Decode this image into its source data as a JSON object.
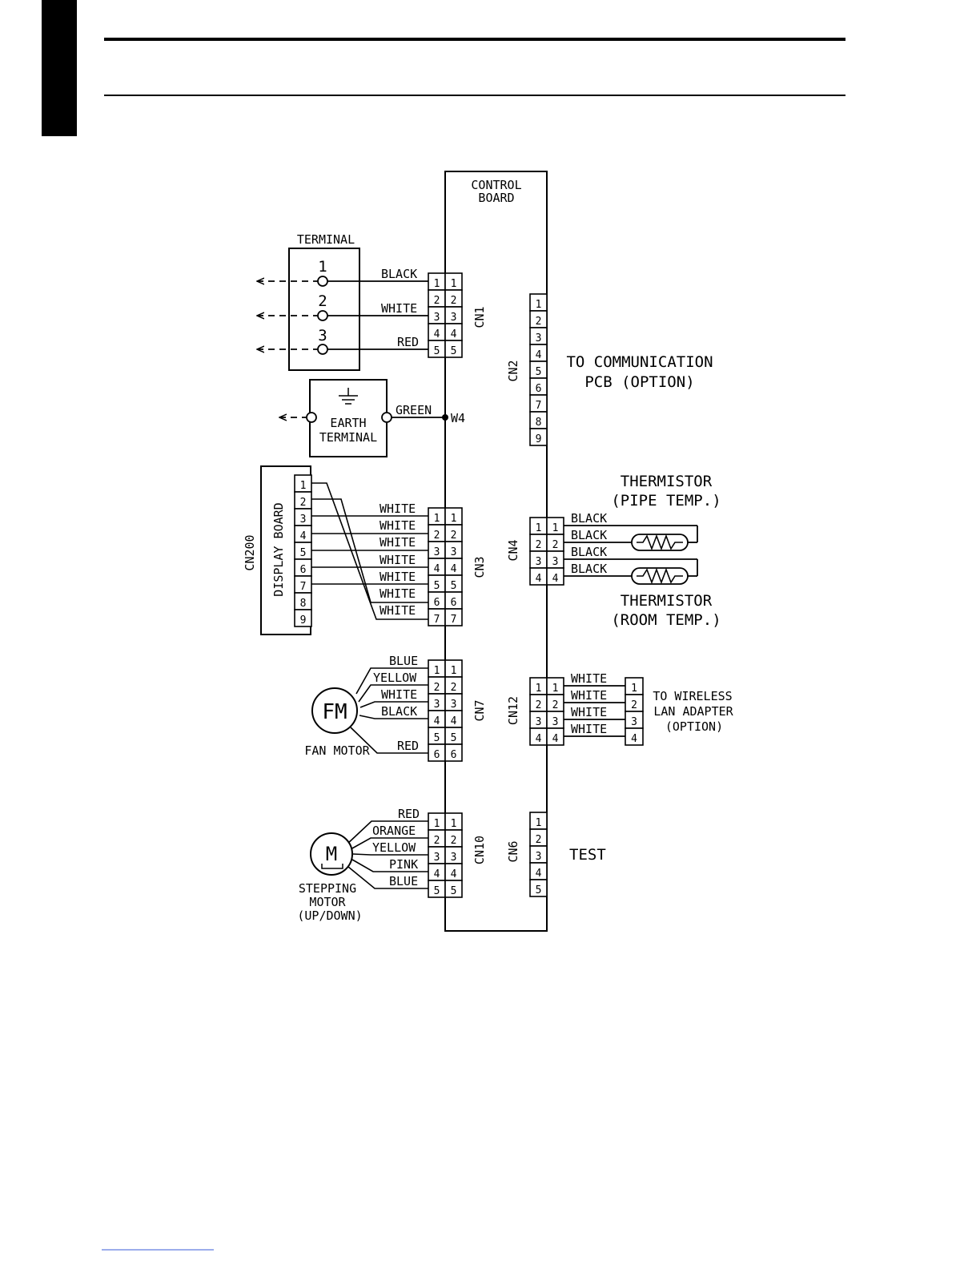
{
  "board": {
    "line1": "CONTROL",
    "line2": "BOARD"
  },
  "terminal": {
    "title": "TERMINAL",
    "pins": [
      "1",
      "2",
      "3"
    ],
    "wires": [
      "BLACK",
      "WHITE",
      "RED"
    ]
  },
  "cn1": {
    "name": "CN1",
    "pins": [
      "1",
      "2",
      "3",
      "4",
      "5"
    ]
  },
  "earth": {
    "line1": "EARTH",
    "line2": "TERMINAL",
    "wire": "GREEN",
    "junction": "W4"
  },
  "cn2": {
    "name": "CN2",
    "pins": [
      "1",
      "2",
      "3",
      "4",
      "5",
      "6",
      "7",
      "8",
      "9"
    ],
    "line1": "TO COMMUNICATION",
    "line2": "PCB (OPTION)"
  },
  "display": {
    "name": "CN200",
    "title": "DISPLAY BOARD",
    "pins": [
      "1",
      "2",
      "3",
      "4",
      "5",
      "6",
      "7",
      "8",
      "9"
    ]
  },
  "cn3": {
    "name": "CN3",
    "pins": [
      "1",
      "2",
      "3",
      "4",
      "5",
      "6",
      "7"
    ],
    "wires": [
      "WHITE",
      "WHITE",
      "WHITE",
      "WHITE",
      "WHITE",
      "WHITE",
      "WHITE"
    ]
  },
  "cn4": {
    "name": "CN4",
    "pins": [
      "1",
      "2",
      "3",
      "4"
    ],
    "wires": [
      "BLACK",
      "BLACK",
      "BLACK",
      "BLACK"
    ],
    "pipe_line1": "THERMISTOR",
    "pipe_line2": "(PIPE TEMP.)",
    "room_line1": "THERMISTOR",
    "room_line2": "(ROOM TEMP.)"
  },
  "cn7": {
    "name": "CN7",
    "pins": [
      "1",
      "2",
      "3",
      "4",
      "5",
      "6"
    ],
    "wires": [
      "BLUE",
      "YELLOW",
      "WHITE",
      "BLACK",
      "RED"
    ],
    "motor_symbol": "FM",
    "motor_label": "FAN MOTOR"
  },
  "cn12": {
    "name": "CN12",
    "pins": [
      "1",
      "2",
      "3",
      "4"
    ],
    "wires": [
      "WHITE",
      "WHITE",
      "WHITE",
      "WHITE"
    ],
    "adapter_pins": [
      "1",
      "2",
      "3",
      "4"
    ],
    "line1": "TO WIRELESS",
    "line2": "LAN ADAPTER",
    "line3": "(OPTION)"
  },
  "cn10": {
    "name": "CN10",
    "pins": [
      "1",
      "2",
      "3",
      "4",
      "5"
    ],
    "wires": [
      "RED",
      "ORANGE",
      "YELLOW",
      "PINK",
      "BLUE"
    ],
    "motor_symbol": "M",
    "line1": "STEPPING",
    "line2": "MOTOR",
    "line3": "(UP/DOWN)"
  },
  "cn6": {
    "name": "CN6",
    "pins": [
      "1",
      "2",
      "3",
      "4",
      "5"
    ],
    "label": "TEST"
  }
}
